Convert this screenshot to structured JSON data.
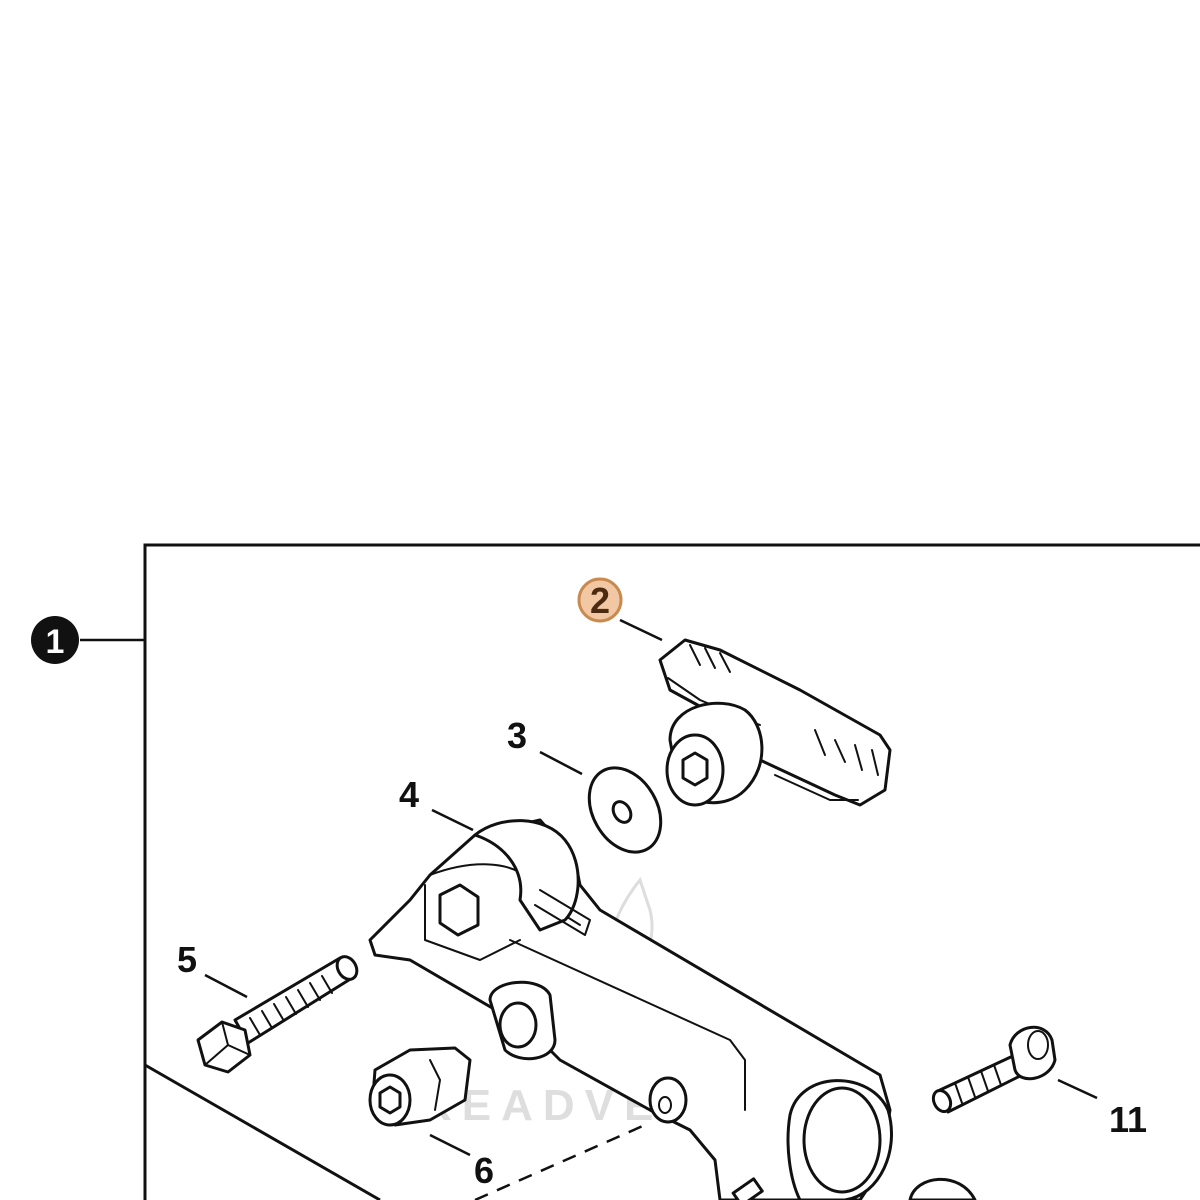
{
  "callouts": [
    {
      "id": "1",
      "label": "1",
      "style": "filled"
    },
    {
      "id": "2",
      "label": "2",
      "style": "highlighted",
      "highlight_color": "#f2c7a3",
      "highlight_stroke": "#c98a4f"
    },
    {
      "id": "3",
      "label": "3"
    },
    {
      "id": "4",
      "label": "4"
    },
    {
      "id": "5",
      "label": "5"
    },
    {
      "id": "6",
      "label": "6"
    },
    {
      "id": "11",
      "label": "11"
    }
  ],
  "parts": [
    "assembly",
    "wing-knob",
    "washer",
    "bracket-clamp",
    "hex-bolt",
    "nut",
    "socket-screw"
  ],
  "watermark": {
    "text": "READVENTURE",
    "icon": "flame-logo-icon"
  }
}
